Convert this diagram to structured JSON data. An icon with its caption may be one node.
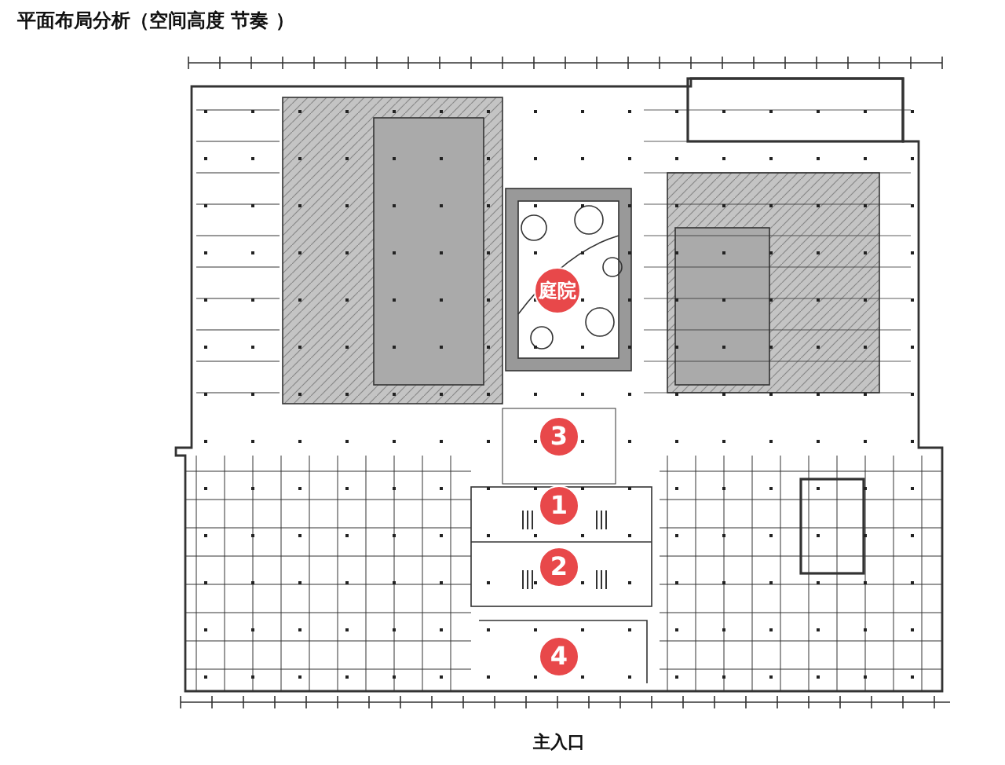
{
  "diagram": {
    "title": "平面布局分析（空间高度 节奏 ）",
    "nodes": [
      {
        "text": [
          "庭院"
        ]
      },
      {
        "text": [
          "3"
        ]
      },
      {
        "text": [
          "1"
        ]
      },
      {
        "text": [
          "2"
        ]
      },
      {
        "text": [
          "4"
        ]
      }
    ],
    "labels": [
      "主入口"
    ]
  }
}
